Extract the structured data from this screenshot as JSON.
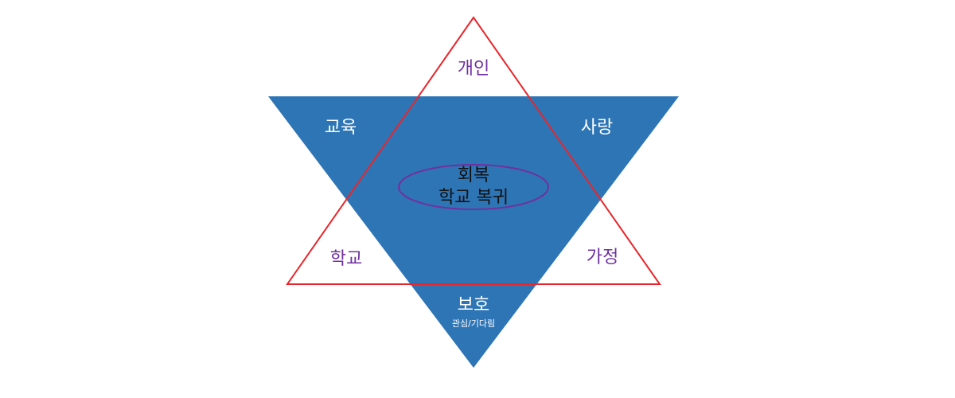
{
  "colors": {
    "blue_fill": "#2e75b6",
    "red_outline": "#e8262c",
    "purple_ellipse": "#7030a0",
    "purple_text": "#7030a0",
    "white_text": "#ffffff",
    "center_text": "#111111"
  },
  "diagram": {
    "blue_triangle": {
      "left": "교육",
      "right": "사랑",
      "bottom": "보호",
      "bottom_sub": "관심/기다림"
    },
    "red_triangle": {
      "top": "개인",
      "left": "학교",
      "right": "가정"
    },
    "center": {
      "line1": "회복",
      "line2": "학교 복귀"
    }
  }
}
